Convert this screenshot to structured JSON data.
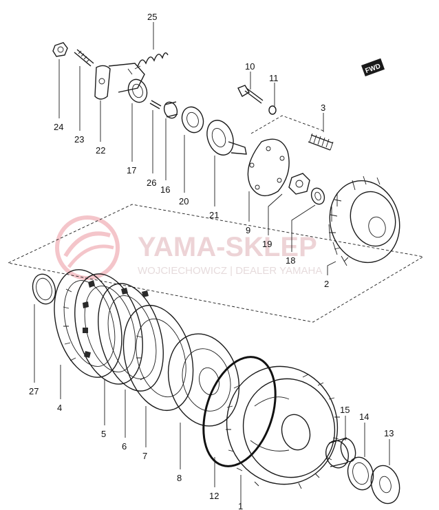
{
  "watermark": {
    "brand": "YAMA-SKLEP",
    "tagline": "WOJCIECHOWICZ | DEALER YAMAHA",
    "color": "#e8808c"
  },
  "front_marker": "FWD",
  "callouts": [
    {
      "id": "25",
      "label": "25"
    },
    {
      "id": "24",
      "label": "24"
    },
    {
      "id": "23",
      "label": "23"
    },
    {
      "id": "22",
      "label": "22"
    },
    {
      "id": "17",
      "label": "17"
    },
    {
      "id": "26",
      "label": "26"
    },
    {
      "id": "16",
      "label": "16"
    },
    {
      "id": "20",
      "label": "20"
    },
    {
      "id": "10",
      "label": "10"
    },
    {
      "id": "11",
      "label": "11"
    },
    {
      "id": "3",
      "label": "3"
    },
    {
      "id": "21",
      "label": "21"
    },
    {
      "id": "9",
      "label": "9"
    },
    {
      "id": "19",
      "label": "19"
    },
    {
      "id": "18",
      "label": "18"
    },
    {
      "id": "2",
      "label": "2"
    },
    {
      "id": "27",
      "label": "27"
    },
    {
      "id": "4",
      "label": "4"
    },
    {
      "id": "5",
      "label": "5"
    },
    {
      "id": "6",
      "label": "6"
    },
    {
      "id": "7",
      "label": "7"
    },
    {
      "id": "8",
      "label": "8"
    },
    {
      "id": "12",
      "label": "12"
    },
    {
      "id": "1",
      "label": "1"
    },
    {
      "id": "15",
      "label": "15"
    },
    {
      "id": "14",
      "label": "14"
    },
    {
      "id": "13",
      "label": "13"
    }
  ]
}
